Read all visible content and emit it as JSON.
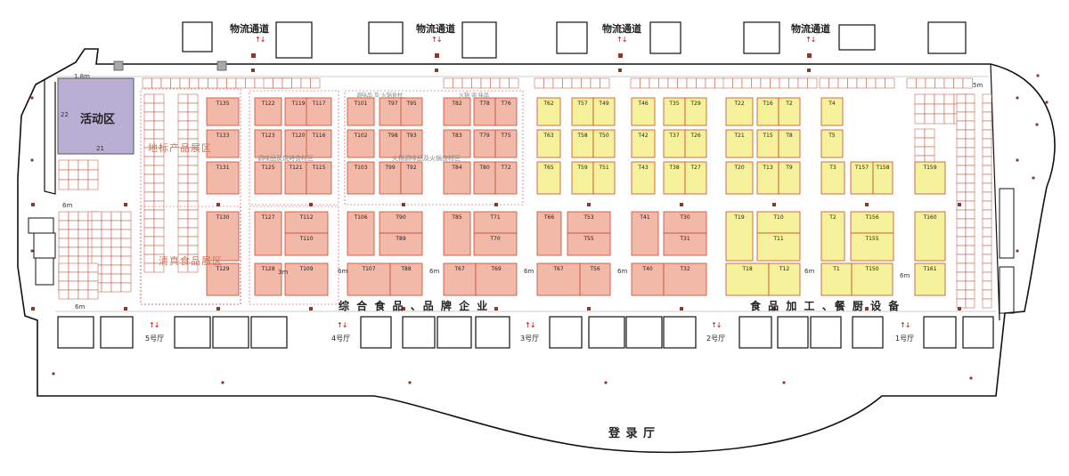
{
  "colors": {
    "food_booth": "#f2b8a8",
    "equipment_booth": "#f5f29b",
    "activity": "#b9aed3",
    "pillar": "#8a3a2a",
    "outline": "#111111",
    "booth_edge": "#c44b33",
    "arrow": "#cc0000"
  },
  "labels": {
    "logistics": "物流通道",
    "activity_area": "活动区",
    "activity_w": "22",
    "activity_h": "21",
    "gap_1": "1.8m",
    "gap_5m": "5m",
    "gap_6m": "6m",
    "gap_3m": "3m",
    "zone_local": "地标产品展区",
    "zone_halal": "清真食品展区",
    "zone_seasoning_top": "火锅调味品及火锅食材区",
    "zone_seasoning_left": "调味品及烧烤食材区",
    "zone_mini": "调味品 及 火锅食材",
    "zone_mini_b": "火锅 调 味品",
    "section_food": "综 合 食 品 、品 牌 企 业",
    "section_equipment": "食 品 加 工 、餐 厨 设 备",
    "lobby": "登          录          厅",
    "hall_5": "5号厅",
    "hall_4": "4号厅",
    "hall_3": "3号厅",
    "hall_2": "2号厅",
    "hall_1": "1号厅"
  },
  "booths": [
    {
      "id": "T135",
      "t": "f"
    },
    {
      "id": "T133",
      "t": "f"
    },
    {
      "id": "T131",
      "t": "f"
    },
    {
      "id": "T130",
      "t": "f"
    },
    {
      "id": "T129",
      "t": "f"
    },
    {
      "id": "T122",
      "t": "f"
    },
    {
      "id": "T119",
      "t": "f"
    },
    {
      "id": "T117",
      "t": "f"
    },
    {
      "id": "T123",
      "t": "f"
    },
    {
      "id": "T120",
      "t": "f"
    },
    {
      "id": "T116",
      "t": "f"
    },
    {
      "id": "T125",
      "t": "f"
    },
    {
      "id": "T121",
      "t": "f"
    },
    {
      "id": "T115",
      "t": "f"
    },
    {
      "id": "T127",
      "t": "f"
    },
    {
      "id": "T112",
      "t": "f"
    },
    {
      "id": "T110",
      "t": "f"
    },
    {
      "id": "T128",
      "t": "f"
    },
    {
      "id": "T109",
      "t": "f"
    },
    {
      "id": "T101",
      "t": "f"
    },
    {
      "id": "T97",
      "t": "f"
    },
    {
      "id": "T95",
      "t": "f"
    },
    {
      "id": "T102",
      "t": "f"
    },
    {
      "id": "T98",
      "t": "f"
    },
    {
      "id": "T93",
      "t": "f"
    },
    {
      "id": "T103",
      "t": "f"
    },
    {
      "id": "T99",
      "t": "f"
    },
    {
      "id": "T92",
      "t": "f"
    },
    {
      "id": "T106",
      "t": "f"
    },
    {
      "id": "T90",
      "t": "f"
    },
    {
      "id": "T89",
      "t": "f"
    },
    {
      "id": "T107",
      "t": "f"
    },
    {
      "id": "T88",
      "t": "f"
    },
    {
      "id": "T82",
      "t": "f"
    },
    {
      "id": "T78",
      "t": "f"
    },
    {
      "id": "T76",
      "t": "f"
    },
    {
      "id": "T83",
      "t": "f"
    },
    {
      "id": "T79",
      "t": "f"
    },
    {
      "id": "T75",
      "t": "f"
    },
    {
      "id": "T84",
      "t": "f"
    },
    {
      "id": "T80",
      "t": "f"
    },
    {
      "id": "T72",
      "t": "f"
    },
    {
      "id": "T85",
      "t": "f"
    },
    {
      "id": "T71",
      "t": "f"
    },
    {
      "id": "T70",
      "t": "f"
    },
    {
      "id": "T67",
      "t": "f"
    },
    {
      "id": "T69",
      "t": "f"
    },
    {
      "id": "T66",
      "t": "f"
    },
    {
      "id": "T53",
      "t": "f"
    },
    {
      "id": "T55",
      "t": "f"
    },
    {
      "id": "T67",
      "t": "f"
    },
    {
      "id": "T56",
      "t": "f"
    },
    {
      "id": "T41",
      "t": "f"
    },
    {
      "id": "T30",
      "t": "f"
    },
    {
      "id": "T31",
      "t": "f"
    },
    {
      "id": "T40",
      "t": "f"
    },
    {
      "id": "T32",
      "t": "f"
    },
    {
      "id": "T62",
      "t": "e"
    },
    {
      "id": "T57",
      "t": "e"
    },
    {
      "id": "T49",
      "t": "e"
    },
    {
      "id": "T63",
      "t": "e"
    },
    {
      "id": "T58",
      "t": "e"
    },
    {
      "id": "T50",
      "t": "e"
    },
    {
      "id": "T65",
      "t": "e"
    },
    {
      "id": "T59",
      "t": "e"
    },
    {
      "id": "T51",
      "t": "e"
    },
    {
      "id": "T46",
      "t": "e"
    },
    {
      "id": "T35",
      "t": "e"
    },
    {
      "id": "T29",
      "t": "e"
    },
    {
      "id": "T42",
      "t": "e"
    },
    {
      "id": "T37",
      "t": "e"
    },
    {
      "id": "T26",
      "t": "e"
    },
    {
      "id": "T43",
      "t": "e"
    },
    {
      "id": "T38",
      "t": "e"
    },
    {
      "id": "T27",
      "t": "e"
    },
    {
      "id": "T22",
      "t": "e"
    },
    {
      "id": "T16",
      "t": "e"
    },
    {
      "id": "T2",
      "t": "e"
    },
    {
      "id": "T21",
      "t": "e"
    },
    {
      "id": "T15",
      "t": "e"
    },
    {
      "id": "T8",
      "t": "e"
    },
    {
      "id": "T20",
      "t": "e"
    },
    {
      "id": "T13",
      "t": "e"
    },
    {
      "id": "T9",
      "t": "e"
    },
    {
      "id": "T19",
      "t": "e"
    },
    {
      "id": "T10",
      "t": "e"
    },
    {
      "id": "T11",
      "t": "e"
    },
    {
      "id": "T18",
      "t": "e"
    },
    {
      "id": "T12",
      "t": "e"
    },
    {
      "id": "T4",
      "t": "e"
    },
    {
      "id": "T5",
      "t": "e"
    },
    {
      "id": "T3",
      "t": "e"
    },
    {
      "id": "T157",
      "t": "e"
    },
    {
      "id": "T158",
      "t": "e"
    },
    {
      "id": "T159",
      "t": "e"
    },
    {
      "id": "T2",
      "t": "e"
    },
    {
      "id": "T156",
      "t": "e"
    },
    {
      "id": "T155",
      "t": "e"
    },
    {
      "id": "T160",
      "t": "e"
    },
    {
      "id": "T1",
      "t": "e"
    },
    {
      "id": "T150",
      "t": "e"
    },
    {
      "id": "T161",
      "t": "e"
    }
  ]
}
